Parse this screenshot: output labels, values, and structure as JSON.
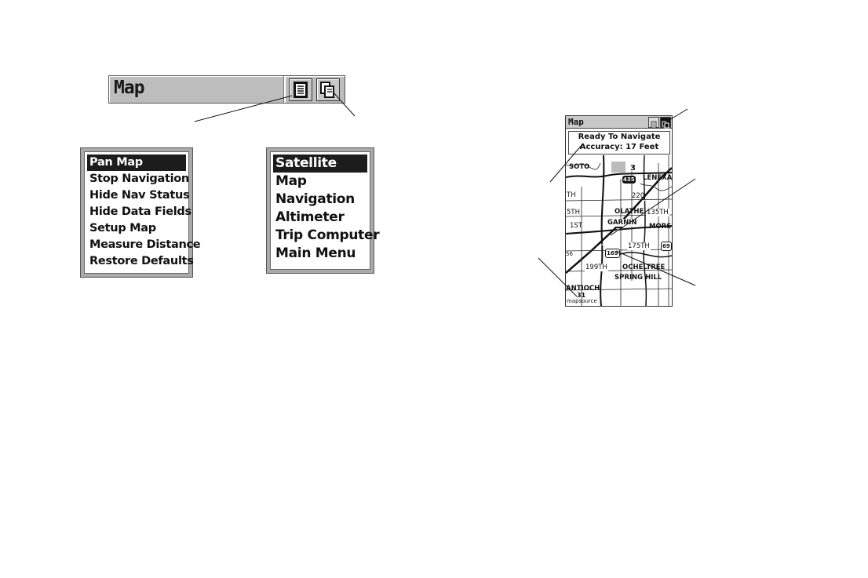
{
  "titlebar": {
    "title": "Map",
    "options_icon": "options-menu-icon",
    "page_icon": "page-menu-icon"
  },
  "options_menu": {
    "items": [
      {
        "label": "Pan Map",
        "selected": true
      },
      {
        "label": "Stop Navigation",
        "selected": false
      },
      {
        "label": "Hide Nav Status",
        "selected": false
      },
      {
        "label": "Hide Data Fields",
        "selected": false
      },
      {
        "label": "Setup Map",
        "selected": false
      },
      {
        "label": "Measure Distance",
        "selected": false
      },
      {
        "label": "Restore Defaults",
        "selected": false
      }
    ]
  },
  "page_menu": {
    "items": [
      {
        "label": "Satellite",
        "selected": true
      },
      {
        "label": "Map",
        "selected": false
      },
      {
        "label": "Navigation",
        "selected": false
      },
      {
        "label": "Altimeter",
        "selected": false
      },
      {
        "label": "Trip Computer",
        "selected": false
      },
      {
        "label": "Main Menu",
        "selected": false
      }
    ]
  },
  "device": {
    "title": "Map",
    "status_line1": "Ready To Navigate",
    "status_line2": "Accuracy: 17 Feet",
    "map": {
      "labels": {
        "soto": "SOTO",
        "three": "3",
        "lenexa": "LENEXA",
        "th": "TH",
        "route_435": "435",
        "route_220": "220",
        "fifth": "5TH",
        "olathe": "OLATHE",
        "th135": "135TH",
        "first": "1ST",
        "garnin": "GARNIN",
        "morse": "MORSE",
        "th175": "175TH",
        "route_169": "169",
        "route_69": "69",
        "route_56": "56",
        "th199": "199TH",
        "ocheltree": "OCHELTREE",
        "spring_hill": "SPRING HILL",
        "antioch": "ANTIOCH",
        "thirty_one": "31",
        "mapsource": "mapsource"
      }
    }
  }
}
